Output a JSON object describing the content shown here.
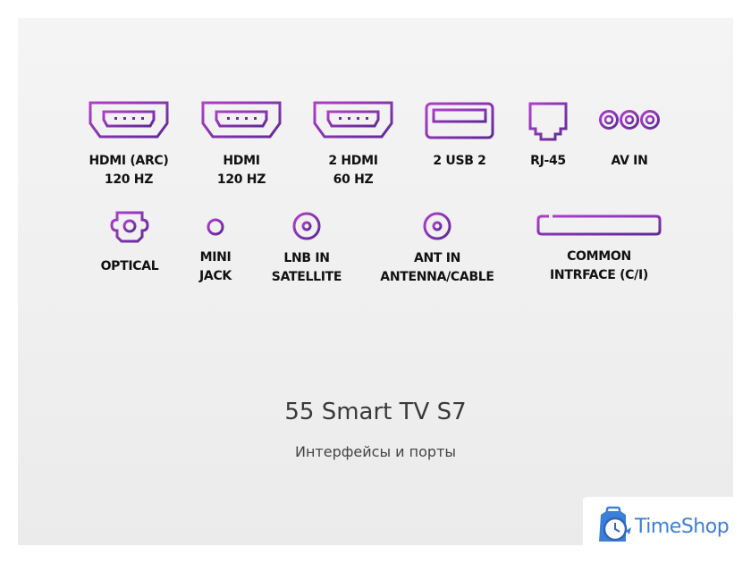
{
  "colors": {
    "icon_gradient_start": "#b03fcb",
    "icon_gradient_end": "#5e2a96",
    "label": "#111111",
    "title": "#3a3a3a",
    "panel": "#f0f0f0",
    "logo_blue": "#3d7ed8"
  },
  "ports_row1": [
    {
      "icon": "hdmi-icon",
      "line1": "HDMI (ARC)",
      "line2": "120 HZ"
    },
    {
      "icon": "hdmi-icon",
      "line1": "HDMI",
      "line2": "120 HZ"
    },
    {
      "icon": "hdmi-icon",
      "line1": "2 HDMI",
      "line2": "60 HZ"
    },
    {
      "icon": "usb-icon",
      "line1": "2 USB 2",
      "line2": ""
    },
    {
      "icon": "rj45-icon",
      "line1": "RJ-45",
      "line2": ""
    },
    {
      "icon": "av-in-icon",
      "line1": "AV IN",
      "line2": ""
    }
  ],
  "ports_row2": [
    {
      "icon": "optical-icon",
      "line1": "OPTICAL",
      "line2": ""
    },
    {
      "icon": "mini-jack-icon",
      "line1": "MINI",
      "line2": "JACK"
    },
    {
      "icon": "coax-icon",
      "line1": "LNB IN",
      "line2": "SATELLITE"
    },
    {
      "icon": "coax-icon",
      "line1": "ANT IN",
      "line2": "ANTENNA/CABLE"
    },
    {
      "icon": "common-interface-icon",
      "line1": "COMMON",
      "line2": "INTRFACE (C/I)"
    }
  ],
  "product": {
    "title": "55 Smart TV S7",
    "subtitle": "Интерфейсы и порты"
  },
  "watermark": {
    "brand": "TimeShop",
    "icon": "clock-bag-icon"
  }
}
